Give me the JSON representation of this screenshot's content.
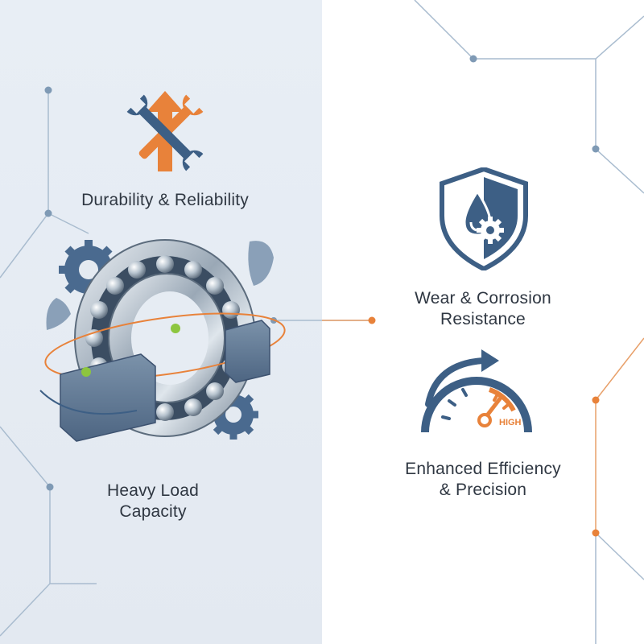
{
  "features": {
    "durability": {
      "line1": "Durability & Reliability"
    },
    "heavy_load": {
      "line1": "Heavy Load",
      "line2": "Capacity"
    },
    "wear": {
      "line1": "Wear & Corrosion",
      "line2": "Resistance"
    },
    "efficiency": {
      "line1": "Enhanced Efficiency",
      "line2": "& Precision"
    }
  },
  "gauge": {
    "level_text": "HIGH"
  },
  "icons": [
    "wrench-arrow-icon",
    "bearing-illustration",
    "shield-droplet-gear-icon",
    "speedometer-icon"
  ],
  "colors": {
    "accent_orange": "#e8823a",
    "steel_blue": "#3d5f85",
    "network_line": "#a9bccf",
    "left_panel_bg": "#e6ecf3",
    "accent_green": "#8dc63f"
  }
}
